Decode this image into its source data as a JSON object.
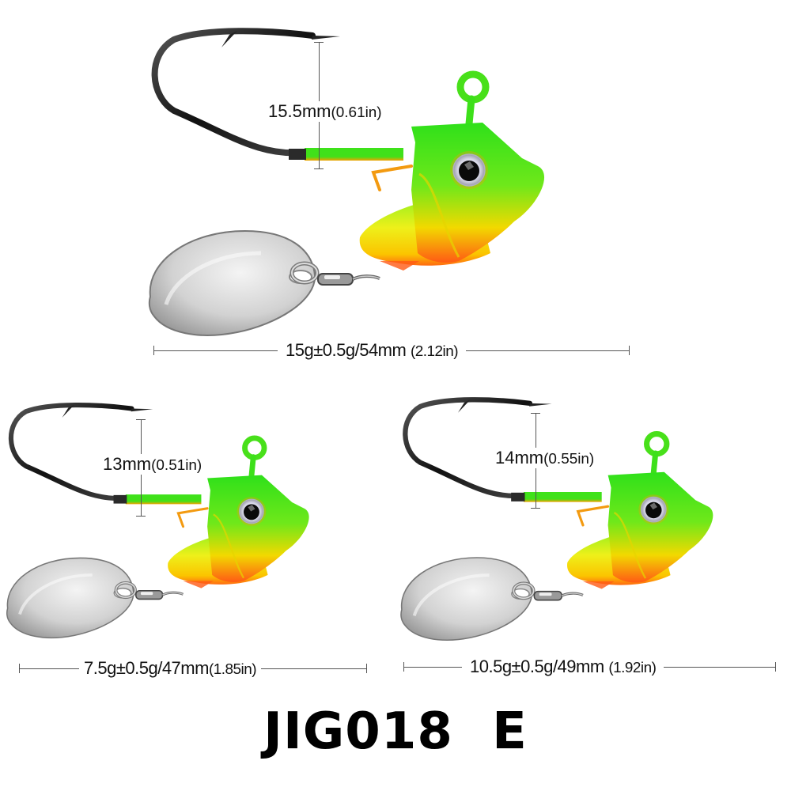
{
  "product": {
    "model_code": "JIG018  E",
    "colors": {
      "body_green": "#2fe01a",
      "body_yellow": "#f7d800",
      "body_orange": "#ff5a14",
      "hook_metal": "#2a2a2a",
      "blade_silver": "#c9c9c9",
      "dimension_line": "#555555",
      "text": "#111111"
    }
  },
  "lures": [
    {
      "id": "large",
      "gap_label": "15.5mm",
      "gap_label_in": "(0.61in)",
      "spec_label": "15g±0.5g/54mm",
      "spec_label_in": "(2.12in)",
      "weight": "15g±0.5g",
      "length": "54mm (2.12in)",
      "hook_gap": "15.5mm (0.61in)"
    },
    {
      "id": "small",
      "gap_label": "13mm",
      "gap_label_in": "(0.51in)",
      "spec_label": "7.5g±0.5g/47mm",
      "spec_label_in": "(1.85in)",
      "weight": "7.5g±0.5g",
      "length": "47mm (1.85in)",
      "hook_gap": "13mm (0.51in)"
    },
    {
      "id": "medium",
      "gap_label": "14mm",
      "gap_label_in": "(0.55in)",
      "spec_label": "10.5g±0.5g/49mm",
      "spec_label_in": "(1.92in)",
      "weight": "10.5g±0.5g",
      "length": "49mm (1.92in)",
      "hook_gap": "14mm (0.55in)"
    }
  ]
}
